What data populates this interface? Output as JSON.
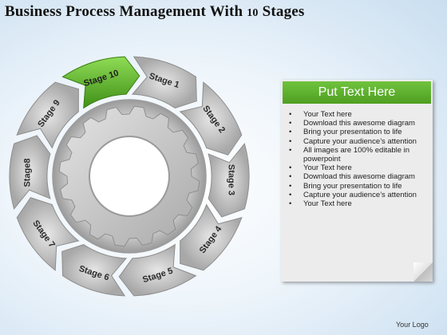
{
  "title": {
    "main": "Business Process Management With ",
    "number": "10",
    "tail": " Stages"
  },
  "stages": [
    "Stage 1",
    "Stage 2",
    "Stage 3",
    "Stage 4",
    "Stage 5",
    "Stage 6",
    "Stage 7",
    "Stage8",
    "Stage 9",
    "Stage 10"
  ],
  "active_stage": "Stage 10",
  "colors": {
    "active": "#5fb52c",
    "segment": "#bfbfbf",
    "gear": "#cfcfcf",
    "header": "#5aa92a"
  },
  "panel": {
    "header": "Put Text Here",
    "items": [
      "Your Text here",
      "Download this awesome diagram",
      "Bring your presentation to life",
      "Capture your audience’s attention",
      "All images are 100% editable in powerpoint",
      "Your Text here",
      "Download this awesome diagram",
      "Bring your presentation to life",
      "Capture your audience’s attention",
      "Your Text here"
    ]
  },
  "logo": "Your Logo"
}
